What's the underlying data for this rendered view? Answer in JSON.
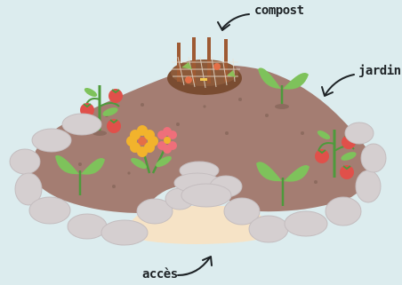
{
  "labels": {
    "compost": "compost",
    "jardin": "jardin",
    "acces": "accès"
  },
  "colors": {
    "background": "#dcecee",
    "soil": "#a47d72",
    "path": "#f6e3c6",
    "stone": "#d5cfd0",
    "leaf": "#7ec25b",
    "tomato": "#e0504a",
    "flower": "#f2b32c",
    "compost_bin": "#7a4c31"
  },
  "icons": [
    "arrow-icon",
    "tomato-plant-icon",
    "flower-icon",
    "seedling-icon",
    "compost-bin-icon",
    "stone-icon"
  ]
}
